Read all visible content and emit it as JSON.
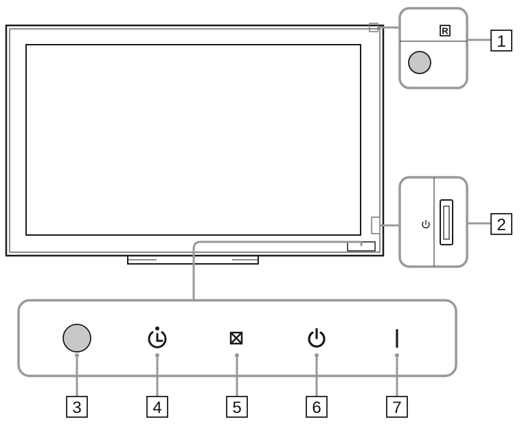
{
  "callouts": {
    "n1": "1",
    "n2": "2",
    "n3": "3",
    "n4": "4",
    "n5": "5",
    "n6": "6",
    "n7": "7"
  },
  "symbols": {
    "remote_sensor_mark": "R",
    "side_power_symbol": "⏻"
  },
  "icons": {
    "remote_sensor": "remote-control-sensor-icon",
    "side_power_switch": "power-switch-icon",
    "light_sensor": "light-sensor-icon",
    "timer_led": "timer-clock-icon",
    "picture_off_led": "picture-off-icon",
    "power_standby_led": "power-standby-icon",
    "illumination_led": "led-bar-icon"
  },
  "colors": {
    "line": "#1a1a1a",
    "callout_frame": "#999999",
    "sensor_fill": "#c8c8c8",
    "background": "#ffffff"
  }
}
